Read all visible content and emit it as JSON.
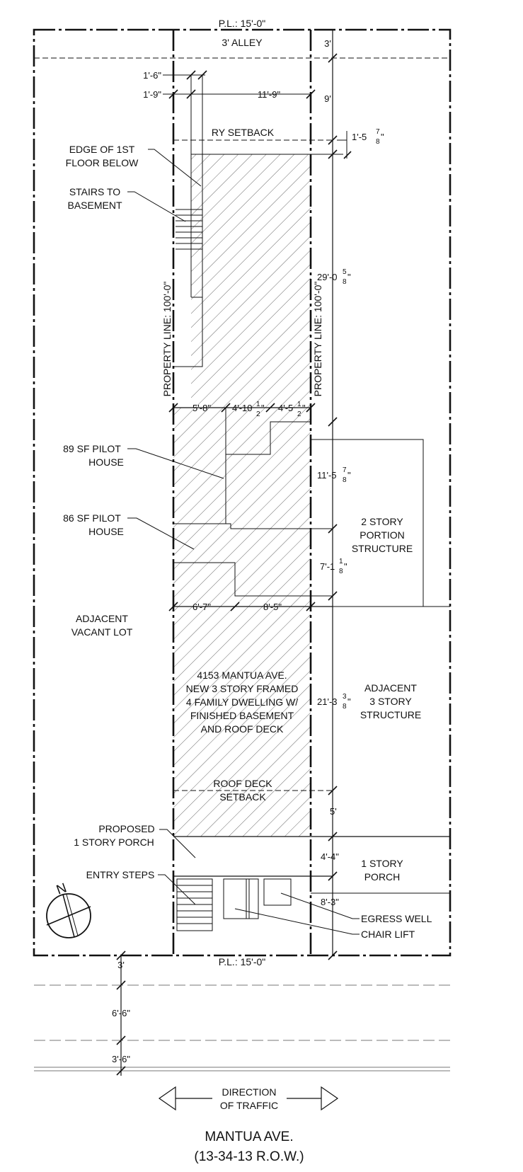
{
  "property_line_top": "P.L.: 15'-0\"",
  "property_line_bottom": "P.L.: 15'-0\"",
  "alley": "3' ALLEY",
  "ry_setback": "RY SETBACK",
  "roof_deck_setback": [
    "ROOF DECK",
    "SETBACK"
  ],
  "property_line_left": "PROPERTY LINE: 100'-0\"",
  "property_line_right": "PROPERTY LINE: 100'-0\"",
  "callouts": {
    "edge_first_floor": [
      "EDGE OF 1ST",
      "FLOOR BELOW"
    ],
    "stairs_basement": [
      "STAIRS TO",
      "BASEMENT"
    ],
    "pilot_house_89": [
      "89 SF PILOT",
      "HOUSE"
    ],
    "pilot_house_86": [
      "86 SF PILOT",
      "HOUSE"
    ],
    "proposed_porch": [
      "PROPOSED",
      "1 STORY PORCH"
    ],
    "entry_steps": "ENTRY STEPS",
    "egress_well": "EGRESS WELL",
    "chair_lift": "CHAIR LIFT"
  },
  "building_label": [
    "4153 MANTUA AVE.",
    "NEW 3 STORY FRAMED",
    "4 FAMILY DWELLING W/",
    "FINISHED BASEMENT",
    "AND ROOF DECK"
  ],
  "adjacent": {
    "vacant_lot": [
      "ADJACENT",
      "VACANT LOT"
    ],
    "two_story": [
      "2 STORY",
      "PORTION",
      "STRUCTURE"
    ],
    "three_story": [
      "ADJACENT",
      "3 STORY",
      "STRUCTURE"
    ],
    "porch": [
      "1 STORY",
      "PORCH"
    ]
  },
  "dimensions": {
    "d_1_6": "1'-6\"",
    "d_1_9": "1'-9\"",
    "d_11_9": "11'-9\"",
    "d_3_top": "3'",
    "d_9": "9'",
    "d_1_5": "1'-5",
    "d_1_5_frac": [
      "7",
      "8"
    ],
    "d_29_0": "29'-0",
    "d_29_0_frac": [
      "5",
      "8"
    ],
    "d_5_8": "5'-8\"",
    "d_4_10": "4'-10",
    "d_4_10_frac": [
      "1",
      "2"
    ],
    "d_4_5": "4'-5",
    "d_4_5_frac": [
      "1",
      "2"
    ],
    "d_11_5": "11'-5",
    "d_11_5_frac": [
      "7",
      "8"
    ],
    "d_7_1": "7'-1",
    "d_7_1_frac": [
      "1",
      "8"
    ],
    "d_6_7": "6'-7\"",
    "d_8_5": "8'-5\"",
    "d_21_3": "21'-3",
    "d_21_3_frac": [
      "3",
      "8"
    ],
    "d_5": "5'",
    "d_4_4": "4'-4\"",
    "d_8_3": "8'-3\"",
    "d_3_bottom": "3'",
    "d_6_6": "6'-6\"",
    "d_3_6": "3'-6\""
  },
  "north": "N",
  "traffic": [
    "DIRECTION",
    "OF TRAFFIC"
  ],
  "street": [
    "MANTUA AVE.",
    "(13-34-13 R.O.W.)"
  ]
}
